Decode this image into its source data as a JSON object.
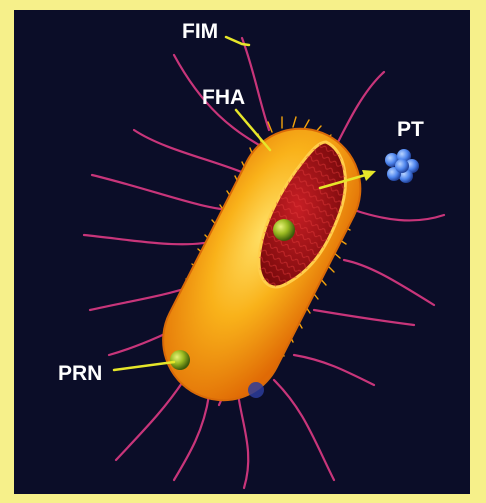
{
  "labels": {
    "fim": "FIM",
    "fha": "FHA",
    "pt": "PT",
    "prn": "PRN"
  },
  "colors": {
    "background": "#0b0d28",
    "border": "#f6f08a",
    "flagella": "#c8357a",
    "body": "#f7a10c",
    "interior": "#b4151a",
    "pointer": "#e6e62a",
    "pt_cluster": "#4f86ee",
    "antigen_green": "#5f8c1a",
    "antigen_blue": "#2c3c9a"
  }
}
